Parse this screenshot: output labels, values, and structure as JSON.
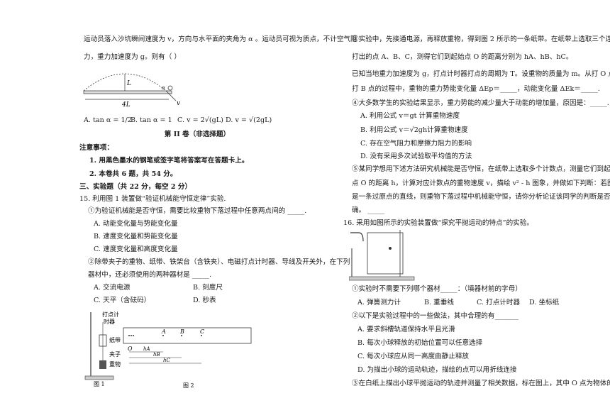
{
  "left": {
    "q14_text1": "运动员落入沙坑瞬间速度为 v，方向与水平面的夹角为 α 。运动员可视为质点，不计空气阻",
    "q14_text2": "力，重力加速度为 g。则有（      ）",
    "fig_labels": {
      "L": "L",
      "fourL": "4L",
      "alpha": "α",
      "v": "v"
    },
    "q14_options": [
      "A. tan α = 1/2",
      "B. tan α = 1",
      "C. v = 2√(gL)",
      "D. v = √(2gL)"
    ],
    "volume2_title": "第 II 卷（非选择题）",
    "notice_title": "注意事项：",
    "notice_items": [
      "1. 用黑色墨水的钢笔或签字笔将答案写在答题卡上。",
      "2. 本卷共 6 题，共 54 分。"
    ],
    "section3_title": "三、实验题（共 22 分，每空 2 分）",
    "q15_stem": "15. 利用图 1 装置做“验证机械能守恒定律”实验.",
    "q15_sub1": "①为验证机械能是否守恒，需要比较重物下落过程中任意两点间的 _____.",
    "q15_sub1_options": [
      "A. 动能变化量与势能变化量",
      "B. 速度变化量和势能变化量",
      "C. 速度变化量和高度变化量"
    ],
    "q15_sub2_line1": "②除带夹子的重物、纸带、铁架台（含铁夹）、电磁打点计时器、导线及开关外，在下列",
    "q15_sub2_line2": "器材中，还必须使用的两种器材是 _____.",
    "q15_sub2_options": [
      "A. 交流电源",
      "B. 刻度尺",
      "C. 天平（含砝码）",
      "D. 秒表"
    ],
    "fig1_labels": {
      "timer1": "打点计",
      "timer2": "时器",
      "paper": "纸带",
      "clamp": "夹子",
      "weight": "重物",
      "caption": "图 1"
    },
    "fig2_labels": {
      "O": "O",
      "A": "A",
      "B": "B",
      "C": "C",
      "hA": "hA",
      "hB": "hB",
      "hC": "hC",
      "caption": "图 2"
    }
  },
  "right": {
    "q15_sub3_line1": "③实验中，先接通电源，再释放重物，得到图 2 所示的一条纸带。在纸带上选取三个连续",
    "q15_sub3_line2": "打出的点 A、B、C，测得它们到起始点 O 的距离分别为 hA、hB、hC。",
    "q15_sub3_line3": "已知当地重力加速度为 g，打点计时器打点的周期为 T。设重物的质量为 m。从打 O 点到",
    "q15_sub3_line4": "打 B 点的过程中，重物的重力势能变化量 ΔEp＝_____，动能变化量 ΔEk＝_____.",
    "q15_sub4": "④大多数学生的实验结果显示，重力势能的减少量大于动能的增加量，原因是：_____.",
    "q15_sub4_options": [
      "A. 利用公式 v＝gt 计算重物速度",
      "B. 利用公式 v＝√2gh计算重物速度",
      "C. 存在空气阻力和摩擦力阻力的影响",
      "D. 没有采用多次试验取平均值的方法"
    ],
    "q15_sub5_line1": "⑤某同学想用下述方法研究机械能是否守恒，在纸带上选取多个计数点，测量它们到起始",
    "q15_sub5_line2": "点 O 的距离 h，计算对应计数点的重物速度 v，描绘 v² - h 图象，并做如下判断：若图象",
    "q15_sub5_line3": "是一条过原点的直线，则重物下落过程中机械能守恒，请你分析论证该同学的判断是否正",
    "q15_sub5_line4": "确。 _____",
    "q16_stem": "16. 采用如图所示的实验装置做“探究平抛运动的特点”的实验。",
    "q16_sub1": "①实验时不需要下列哪个器材_____：（填器材前的字母）",
    "q16_sub1_options": [
      "A. 弹簧测力计",
      "B. 重垂线",
      "C. 打点计时器",
      "D. 坐标纸"
    ],
    "q16_sub2": "②以下是实验过程中的一些做法，其中合理的有_______",
    "q16_sub2_options": [
      "A. 要求斜槽轨道保持水平且光滑",
      "B. 每次小球释放的初始位置可以任意选择",
      "C. 每次小球应从同一高度由静止释放",
      "D. 为描出小球的运动轨迹，描绘的点可以用折线连接"
    ],
    "q16_sub3": "③在白纸上描出小球平抛运动的轨迹并测量了相关数据，标在图上，其中 O 点为物体的抛"
  }
}
